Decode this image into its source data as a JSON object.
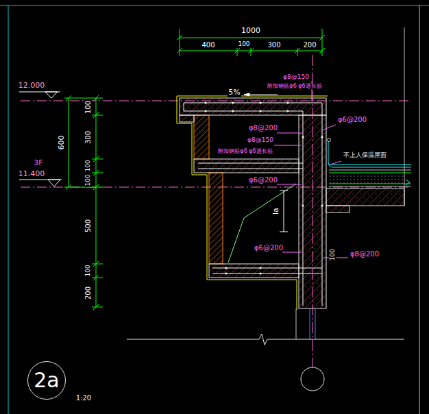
{
  "diagram": {
    "nodes": [
      {
        "text": [
          "2a"
        ]
      }
    ],
    "labels": [
      "1000",
      "400",
      "100",
      "300",
      "200",
      "12.000",
      "3F",
      "11.400",
      "600",
      "100",
      "300",
      "100",
      "100",
      "500",
      "100",
      "200",
      "5%",
      "φ8@150",
      "附加钢筋φ6 φ6通长筋",
      "φ6@200",
      "φ8@200",
      "φ8@150",
      "附加钢筋φ6 φ6通长筋",
      "不上人保温屋面",
      "φ6@200",
      "la",
      "φ6@200",
      "100",
      "φ8@200",
      "1:20"
    ]
  }
}
